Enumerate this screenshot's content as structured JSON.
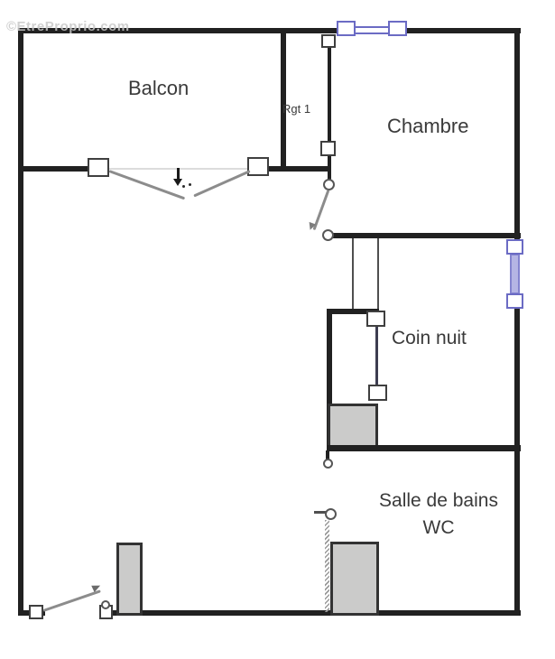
{
  "watermark": {
    "text": "©EtreProprio.com"
  },
  "rooms": {
    "balcony": {
      "label": "Balcon"
    },
    "bedroom": {
      "label": "Chambre"
    },
    "storage": {
      "label": "Rgt 1"
    },
    "sleeping_nook": {
      "label": "Coin nuit"
    },
    "bathroom": {
      "label_line1": "Salle de bains",
      "label_line2": "WC"
    }
  },
  "colors": {
    "background": "#ffffff",
    "wall": "#212121",
    "thin_partition": "#4f4f4f",
    "door_leaf": "#8c8c8c",
    "window_frame": "#6b6bc4",
    "window_glass": "#b5b5e4",
    "fixture_fill": "#cbcbca",
    "fixture_border": "#333333",
    "label_text": "#3a3a3a",
    "watermark_text": "#c8c8c8"
  }
}
